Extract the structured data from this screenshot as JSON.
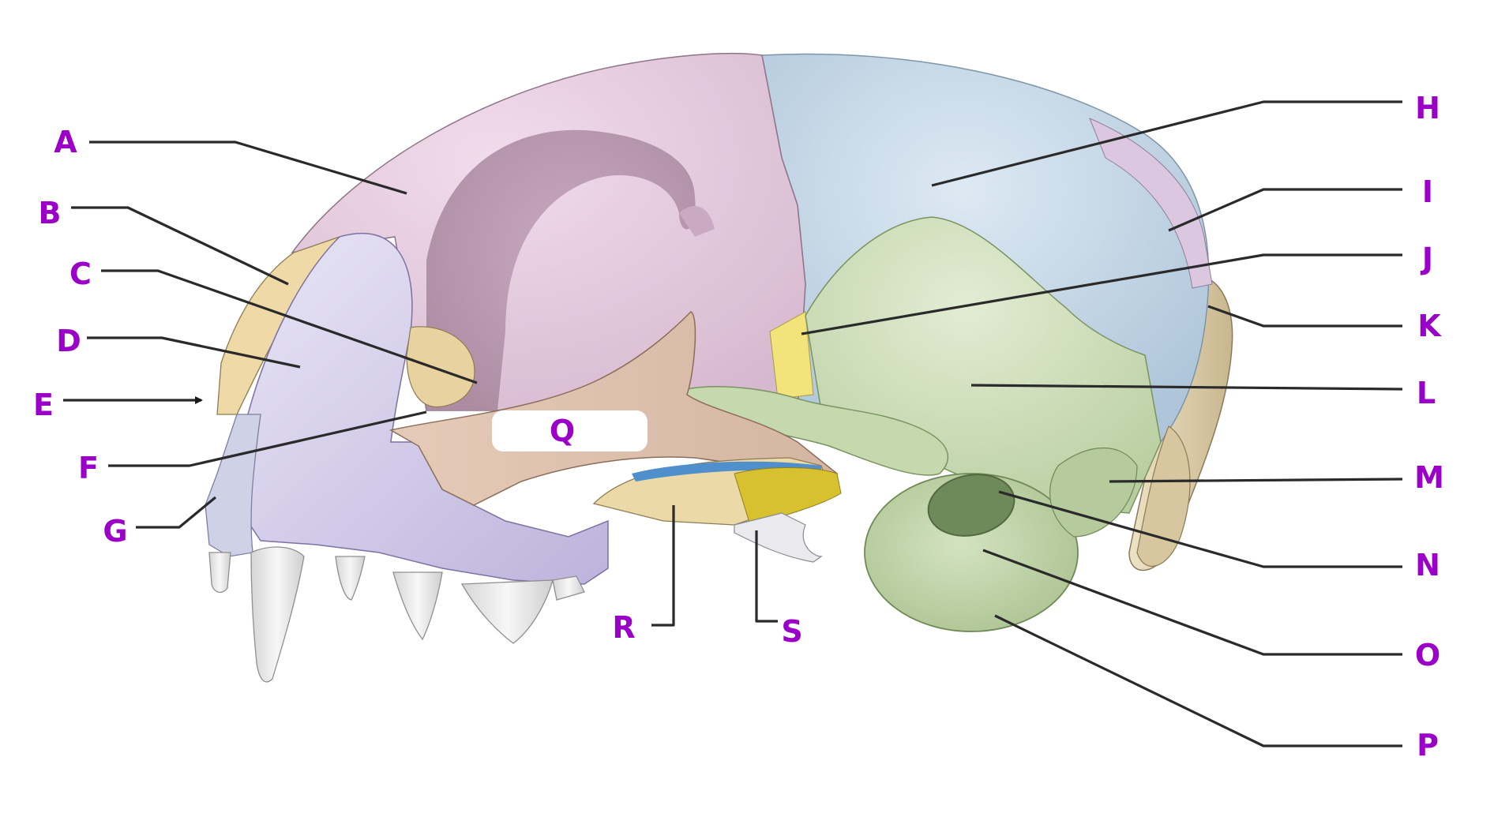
{
  "diagram": {
    "subject": "Cat skull, lateral view",
    "label_color": "#9b00c8",
    "leader_color": "#2a2a2a",
    "bone_colors": {
      "frontal": "#e6cde0",
      "parietal": "#c9dbe9",
      "temporal": "#cfe0b8",
      "maxilla": "#d8d2ec",
      "nasal": "#efd9a6",
      "zygomatic": "#e8cfc0",
      "sphenoid": "#f2e37a",
      "occipital": "#e4d6b5",
      "palatine": "#ecd9a8",
      "pterygoid": "#e9e9ee",
      "teeth": "#ececec"
    },
    "labels": [
      {
        "id": "A",
        "text": "A"
      },
      {
        "id": "B",
        "text": "B"
      },
      {
        "id": "C",
        "text": "C"
      },
      {
        "id": "D",
        "text": "D"
      },
      {
        "id": "E",
        "text": "E"
      },
      {
        "id": "F",
        "text": "F"
      },
      {
        "id": "G",
        "text": "G"
      },
      {
        "id": "H",
        "text": "H"
      },
      {
        "id": "I",
        "text": "I"
      },
      {
        "id": "J",
        "text": "J"
      },
      {
        "id": "K",
        "text": "K"
      },
      {
        "id": "L",
        "text": "L"
      },
      {
        "id": "M",
        "text": "M"
      },
      {
        "id": "N",
        "text": "N"
      },
      {
        "id": "O",
        "text": "O"
      },
      {
        "id": "P",
        "text": "P"
      },
      {
        "id": "Q",
        "text": "Q"
      },
      {
        "id": "R",
        "text": "R"
      },
      {
        "id": "S",
        "text": "S"
      }
    ]
  }
}
